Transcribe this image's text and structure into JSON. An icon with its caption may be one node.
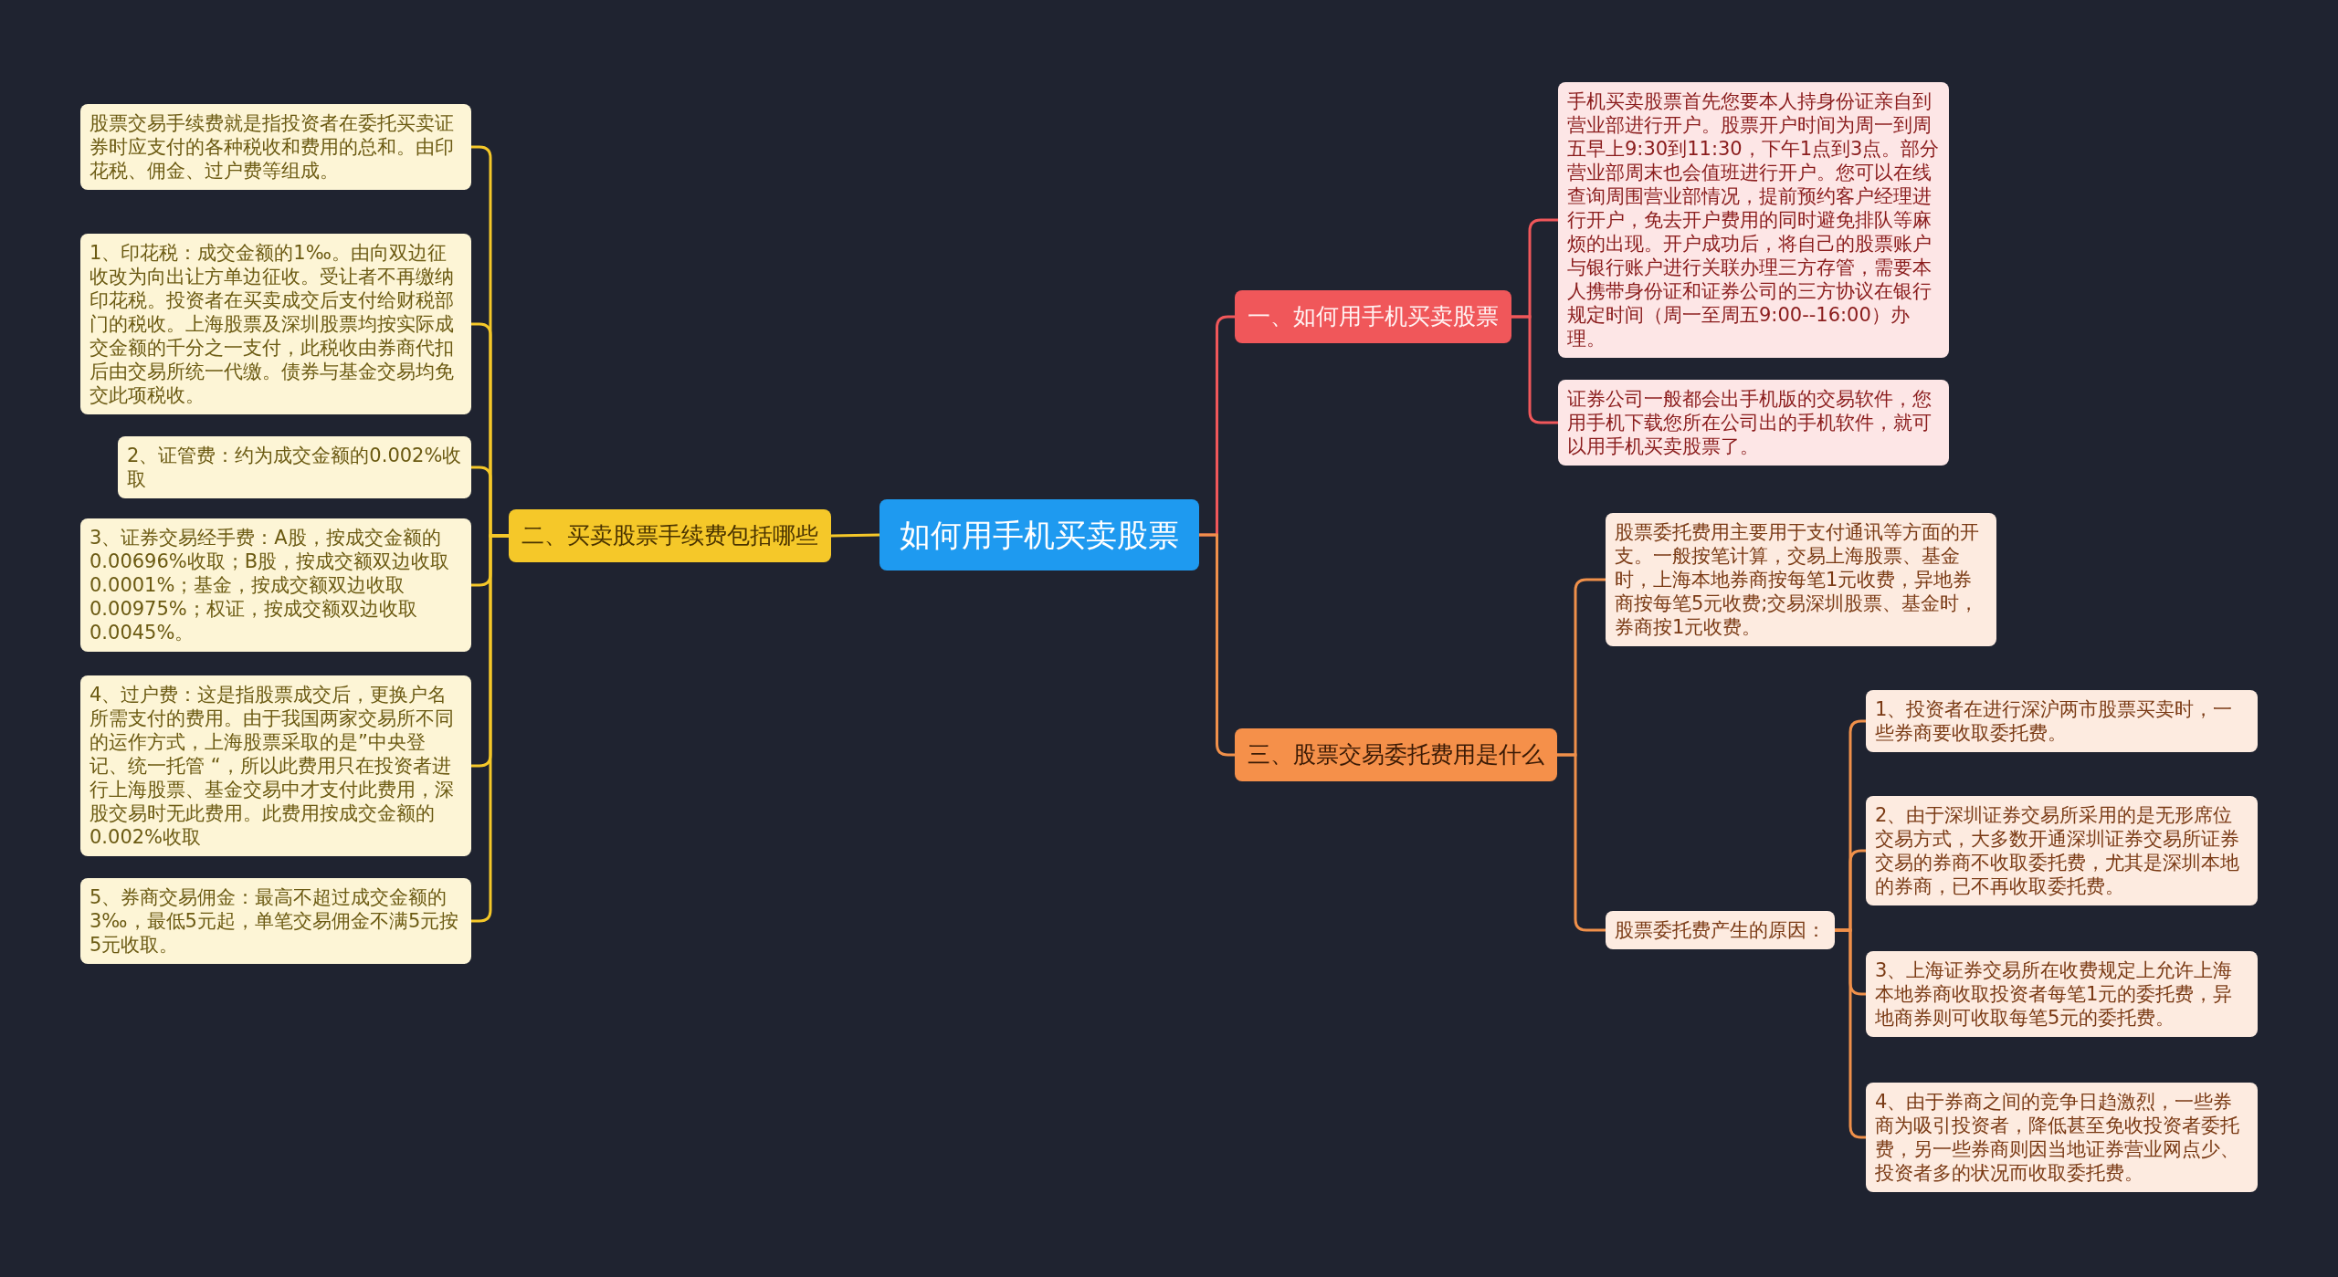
{
  "diagram": {
    "nodes": [
      {
        "text": [
          "如何用手机买卖股票"
        ]
      },
      {
        "text": [
          "一、如何用手机买卖股票"
        ]
      },
      {
        "text": [
          "手机买卖股票首先您要本人持身份证亲自到营业部进行开户。股票开户时间为周一到周五早上9:30到11:30，下午1点到3点。部分营业部周末也会值班进行开户。您可以在线查询周围营业部情况，提前预约客户经理进行开户，免去开户费用的同时避免排队等麻烦的出现。开户成功后，将自己的股票账户与银行账户进行关联办理三方存管，需要本人携带身份证和证券公司的三方协议在银行规定时间（周一至周五9:00--16:00）办理。"
        ]
      },
      {
        "text": [
          "证券公司一般都会出手机版的交易软件，您用手机下载您所在公司出的手机软件，就可以用手机买卖股票了。"
        ]
      },
      {
        "text": [
          "二、买卖股票手续费包括哪些"
        ]
      },
      {
        "text": [
          "股票交易手续费就是指投资者在委托买卖证券时应支付的各种税收和费用的总和。由印花税、佣金、过户费等组成。"
        ]
      },
      {
        "text": [
          "1、印花税：成交金额的1‰。由向双边征收改为向出让方单边征收。受让者不再缴纳印花税。投资者在买卖成交后支付给财税部门的税收。上海股票及深圳股票均按实际成交金额的千分之一支付，此税收由券商代扣后由交易所统一代缴。债券与基金交易均免交此项税收。"
        ]
      },
      {
        "text": [
          "2、证管费：约为成交金额的0.002%收取"
        ]
      },
      {
        "text": [
          "3、证券交易经手费：A股，按成交金额的0.00696%收取；B股，按成交额双边收取0.0001%；基金，按成交额双边收取0.00975%；权证，按成交额双边收取0.0045%。"
        ]
      },
      {
        "text": [
          "4、过户费：这是指股票成交后，更换户名所需支付的费用。由于我国两家交易所不同的运作方式，上海股票采取的是”中央登记、统一托管 “，所以此费用只在投资者进行上海股票、基金交易中才支付此费用，深股交易时无此费用。此费用按成交金额的0.002%收取"
        ]
      },
      {
        "text": [
          "5、券商交易佣金：最高不超过成交金额的3‰，最低5元起，单笔交易佣金不满5元按5元收取。"
        ]
      },
      {
        "text": [
          "三、股票交易委托费用是什么"
        ]
      },
      {
        "text": [
          "股票委托费用主要用于支付通讯等方面的开支。一般按笔计算，交易上海股票、基金时，上海本地券商按每笔1元收费，异地券商按每笔5元收费;交易深圳股票、基金时，券商按1元收费。"
        ]
      },
      {
        "text": [
          "股票委托费产生的原因："
        ]
      },
      {
        "text": [
          "1、投资者在进行深沪两市股票买卖时，一些券商要收取委托费。"
        ]
      },
      {
        "text": [
          "2、由于深圳证券交易所采用的是无形席位交易方式，大多数开通深圳证券交易所证券交易的券商不收取委托费，尤其是深圳本地的券商，已不再收取委托费。"
        ]
      },
      {
        "text": [
          "3、上海证券交易所在收费规定上允许上海本地券商收取投资者每笔1元的委托费，异地商券则可收取每笔5元的委托费。"
        ]
      },
      {
        "text": [
          "4、由于券商之间的竞争日趋激烈，一些券商为吸引投资者，降低甚至免收投资者委托费，另一些券商则因当地证券营业网点少、投资者多的状况而收取委托费。"
        ]
      }
    ],
    "edges": [
      {
        "from": 0,
        "to": 1,
        "arrow": "none",
        "color": "#f0575a"
      },
      {
        "from": 1,
        "to": 2,
        "arrow": "none",
        "color": "#f0575a"
      },
      {
        "from": 1,
        "to": 3,
        "arrow": "none",
        "color": "#f0575a"
      },
      {
        "from": 0,
        "to": 4,
        "arrow": "none",
        "color": "#f5c829"
      },
      {
        "from": 4,
        "to": 5,
        "arrow": "none",
        "color": "#f5c829"
      },
      {
        "from": 4,
        "to": 6,
        "arrow": "none",
        "color": "#f5c829"
      },
      {
        "from": 4,
        "to": 7,
        "arrow": "none",
        "color": "#f5c829"
      },
      {
        "from": 4,
        "to": 8,
        "arrow": "none",
        "color": "#f5c829"
      },
      {
        "from": 4,
        "to": 9,
        "arrow": "none",
        "color": "#f5c829"
      },
      {
        "from": 4,
        "to": 10,
        "arrow": "none",
        "color": "#f5c829"
      },
      {
        "from": 0,
        "to": 11,
        "arrow": "none"
      },
      {
        "from": 11,
        "to": 12,
        "arrow": "none"
      },
      {
        "from": 11,
        "to": 13,
        "arrow": "none"
      },
      {
        "from": 13,
        "to": 14,
        "arrow": "none"
      },
      {
        "from": 13,
        "to": 15,
        "arrow": "none"
      },
      {
        "from": 13,
        "to": 16,
        "arrow": "none"
      },
      {
        "from": 13,
        "to": 17,
        "arrow": "none"
      }
    ]
  }
}
